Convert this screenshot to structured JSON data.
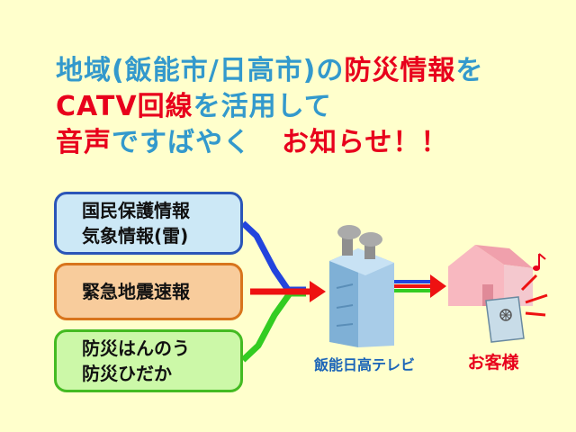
{
  "headline": {
    "line1": [
      {
        "text": "地域(飯能市/日高市)の",
        "color": "blue"
      },
      {
        "text": "防災情報",
        "color": "red"
      },
      {
        "text": "を",
        "color": "blue"
      }
    ],
    "line2": [
      {
        "text": "CATV回線",
        "color": "red"
      },
      {
        "text": "を活用して",
        "color": "blue"
      }
    ],
    "line3": [
      {
        "text": "音声",
        "color": "red"
      },
      {
        "text": "ですばやく",
        "color": "blue"
      },
      {
        "text": "お知らせ！！",
        "color": "red"
      }
    ]
  },
  "sources": [
    {
      "lines": [
        "国民保護情報",
        "気象情報(雷)"
      ],
      "color": "blue"
    },
    {
      "lines": [
        "緊急地震速報"
      ],
      "color": "orange"
    },
    {
      "lines": [
        "防災はんのう",
        "防災ひだか"
      ],
      "color": "green"
    }
  ],
  "station_label": "飯能日高テレビ",
  "customer_label": "お客様",
  "colors": {
    "background": "#ffffcc",
    "headline_blue": "#3399cc",
    "headline_red": "#e8001c",
    "arrow_blue": "#2244dd",
    "arrow_red": "#ee1111",
    "arrow_green": "#33cc22",
    "station_label": "#1a64b8"
  }
}
